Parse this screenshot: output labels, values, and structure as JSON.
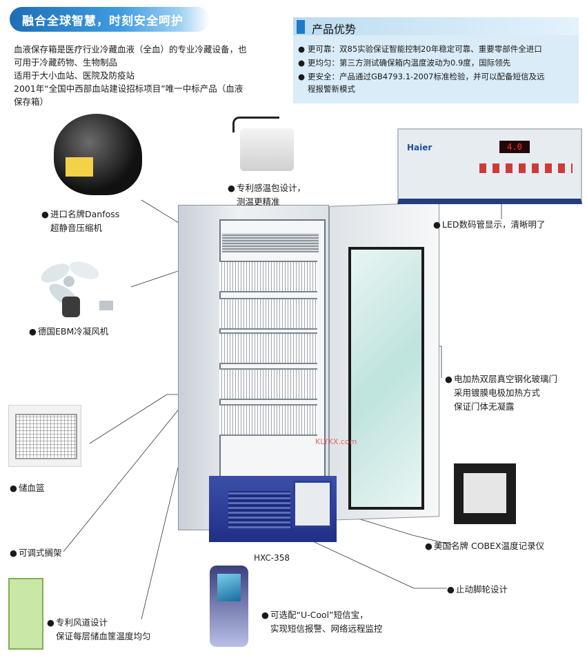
{
  "header": {
    "title": "融合全球智慧，时刻安全呵护"
  },
  "intro": [
    "血液保存箱是医疗行业冷藏血液（全血）的专业冷藏设备，也",
    "可用于冷藏药物、生物制品",
    "适用于大小血站、医院及防疫站",
    "2001年“全国中西部血站建设招标项目”唯一中标产品（血液",
    "保存箱）"
  ],
  "advantages": {
    "title": "产品优势",
    "items": [
      {
        "line1": "更可靠：双85实验保证智能控制20年稳定可靠、重要零部件全进口",
        "line2": ""
      },
      {
        "line1": "更均匀：第三方测试确保箱内温度波动为0.9度，国际领先",
        "line2": ""
      },
      {
        "line1": "更安全：产品通过GB4793.1-2007标准检验，并可以配备短信及远",
        "line2": "程报警新模式"
      }
    ]
  },
  "callouts": {
    "compressor": [
      "进口名牌Danfoss",
      "超静音压缩机"
    ],
    "sensor": [
      "专利感温包设计，",
      "测温更精准"
    ],
    "led": [
      "LED数码管显示，清晰明了"
    ],
    "fan": [
      "德国EBM冷凝风机"
    ],
    "door": [
      "电加热双层真空钢化玻璃门",
      "采用镀膜电极加热方式",
      "保证门体无凝露"
    ],
    "basket": [
      "储血篮"
    ],
    "shelf": [
      "可调式搁架"
    ],
    "recorder": [
      "美国名牌 COBEX温度记录仪"
    ],
    "caster": [
      "止动脚轮设计"
    ],
    "ucool": [
      "可选配“U-Cool”短信宝，",
      "实现短信报警、网络远程监控"
    ],
    "duct": [
      "专利风道设计",
      "保证每层储血筐温度均匀"
    ]
  },
  "bullet": "●",
  "model": "HXC-358",
  "panel": {
    "brand": "Haier",
    "display": "4.0"
  },
  "watermark": "KLYKX.com",
  "colors": {
    "banner": "#1d6fb5",
    "panel_bg": "#d9ecf8",
    "accent_bar": "#1f7bc4",
    "base_blue": "#2a3a94"
  }
}
